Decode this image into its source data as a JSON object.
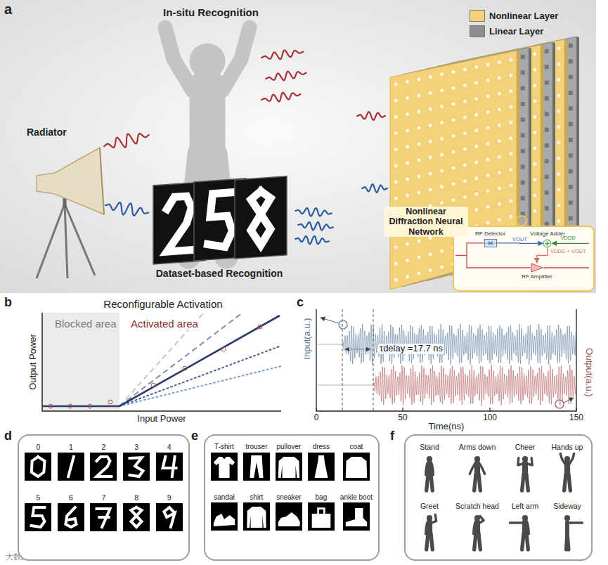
{
  "diagram": {
    "nodes": [
      {
        "text": [
          "RF Detector"
        ]
      },
      {
        "text": [
          "Voltage Adder"
        ]
      },
      {
        "text": [
          "RF Amplifier"
        ]
      },
      {
        "text": [
          "0",
          "1",
          "2",
          "3",
          "4",
          "5",
          "6",
          "7",
          "8",
          "9"
        ]
      },
      {
        "text": [
          "T-shirt",
          "trouser",
          "pullover",
          "dress",
          "coat",
          "sandal",
          "shirt",
          "sneaker",
          "bag",
          "ankle boot"
        ]
      },
      {
        "text": [
          "Stand",
          "Arms down",
          "Cheer",
          "Hands up",
          "Greet",
          "Scratch head",
          "Left arm",
          "Sideway"
        ]
      }
    ],
    "edges": [
      {
        "from": 0,
        "to": 1,
        "label": "VOUT",
        "arrow": "to"
      },
      {
        "from": 1,
        "to": 2,
        "label": "VDDD + VOUT",
        "arrow": "to"
      }
    ],
    "labels": [
      "a",
      "In-situ Recognition",
      "Radiator",
      "Dataset-based Recognition",
      "Nonlinear Diffraction Neural Network",
      "VDDD",
      "b",
      "Reconfigurable Activation",
      "Blocked area",
      "Activated area",
      "Output Power",
      "Input Power",
      "c",
      "Input(a.u.)",
      "Output(a.u.)",
      "τdelay =17.7 ns",
      "0",
      "50",
      "100",
      "150",
      "Time(ns)",
      "d",
      "e",
      "f",
      "大数跨境"
    ],
    "legend": [
      {
        "text": "Nonlinear Layer",
        "color": "#f3d27a"
      },
      {
        "text": "Linear Layer",
        "color": "#8e8e8e"
      }
    ]
  }
}
